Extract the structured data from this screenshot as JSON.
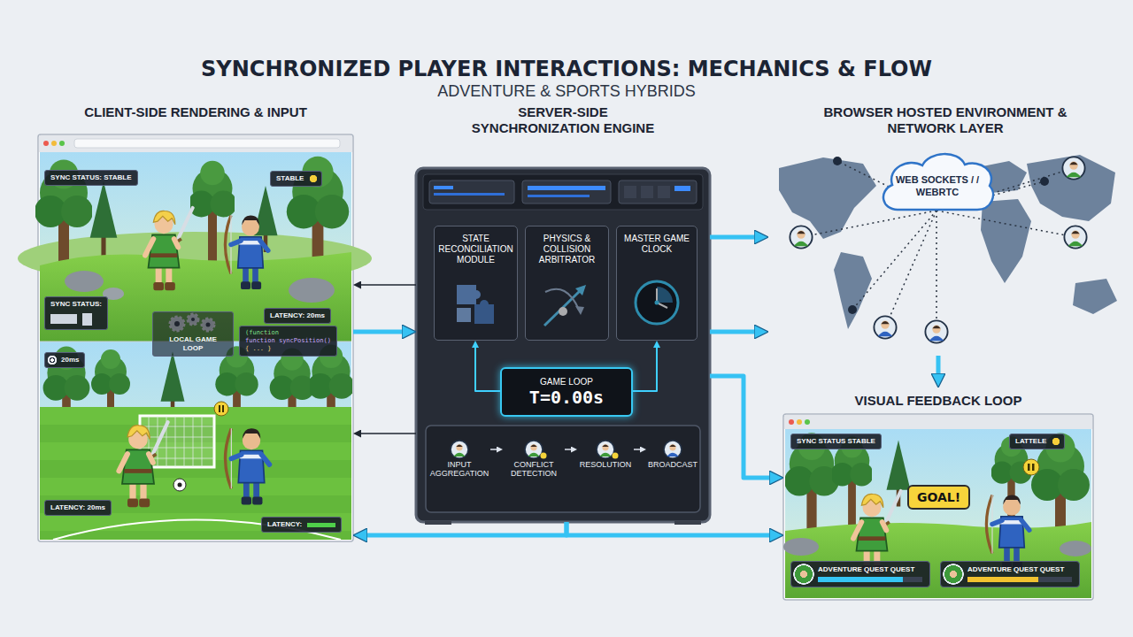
{
  "diagram": {
    "title": "SYNCHRONIZED PLAYER INTERACTIONS: MECHANICS & FLOW",
    "nodes": [
      {
        "text": [
          "CLIENT-SIDE RENDERING & INPUT"
        ]
      },
      {
        "text": [
          "SYNC STATUS: STABLE"
        ],
        "in": 0
      },
      {
        "text": [
          "STABLE"
        ],
        "in": 0
      },
      {
        "text": [
          "SYNC STATUS:"
        ],
        "in": 0
      },
      {
        "text": [
          "LOCAL GAME LOOP"
        ],
        "in": 0
      },
      {
        "text": [
          "LATENCY: 20ms"
        ],
        "in": 0
      },
      {
        "text": [
          "(function",
          "function syncPosition()",
          "{ ... }"
        ],
        "in": 0
      },
      {
        "text": [
          "20ms"
        ],
        "in": 0
      },
      {
        "text": [
          "LATENCY: 20ms"
        ],
        "in": 0
      },
      {
        "text": [
          "LATENCY:"
        ],
        "in": 0
      },
      {
        "text": [
          "SERVER-SIDE SYNCHRONIZATION ENGINE"
        ]
      },
      {
        "text": [
          "STATE RECONCILIATION MODULE"
        ],
        "in": 10
      },
      {
        "text": [
          "PHYSICS & COLLISION ARBITRATOR"
        ],
        "in": 10
      },
      {
        "text": [
          "MASTER GAME CLOCK"
        ],
        "in": 10
      },
      {
        "text": [
          "GAME LOOP",
          "T=0.00s"
        ],
        "in": 10
      },
      {
        "text": [
          "INPUT AGGREGATION"
        ],
        "in": 10
      },
      {
        "text": [
          "CONFLICT DETECTION"
        ],
        "in": 10
      },
      {
        "text": [
          "RESOLUTION"
        ],
        "in": 10
      },
      {
        "text": [
          "BROADCAST"
        ],
        "in": 10
      },
      {
        "text": [
          "BROWSER HOSTED ENVIRONMENT & NETWORK LAYER"
        ]
      },
      {
        "text": [
          "WEB SOCKETS / / WEBRTC"
        ],
        "in": 19
      },
      {
        "text": [
          "VISUAL FEEDBACK LOOP"
        ]
      },
      {
        "text": [
          "SYNC STATUS STABLE"
        ],
        "in": 21
      },
      {
        "text": [
          "LATTELE"
        ],
        "in": 21
      },
      {
        "text": [
          "GOAL!"
        ],
        "in": 21
      },
      {
        "text": [
          "ADVENTURE QUEST QUEST"
        ],
        "in": 21
      },
      {
        "text": [
          "ADVENTURE QUEST QUEST"
        ],
        "in": 21
      }
    ],
    "edges": [
      {
        "from": 0,
        "to": 10,
        "arrow": "to"
      },
      {
        "from": 10,
        "to": 0,
        "arrow": "to"
      },
      {
        "from": 10,
        "to": 0,
        "arrow": "to"
      },
      {
        "from": 10,
        "to": 19,
        "arrow": "to"
      },
      {
        "from": 10,
        "to": 19,
        "arrow": "to"
      },
      {
        "from": 10,
        "to": 21,
        "arrow": "to"
      },
      {
        "from": 19,
        "to": 21,
        "arrow": "to"
      },
      {
        "from": 10,
        "to": 0,
        "arrow": "to"
      },
      {
        "from": 10,
        "to": 21,
        "arrow": "to"
      },
      {
        "from": 14,
        "to": 11,
        "arrow": "to"
      },
      {
        "from": 14,
        "to": 13,
        "arrow": "to"
      },
      {
        "from": 15,
        "to": 16,
        "arrow": "to"
      },
      {
        "from": 16,
        "to": 17,
        "arrow": "to"
      },
      {
        "from": 17,
        "to": 18,
        "arrow": "to"
      }
    ],
    "labels": [
      "ADVENTURE & SPORTS HYBRIDS"
    ]
  }
}
